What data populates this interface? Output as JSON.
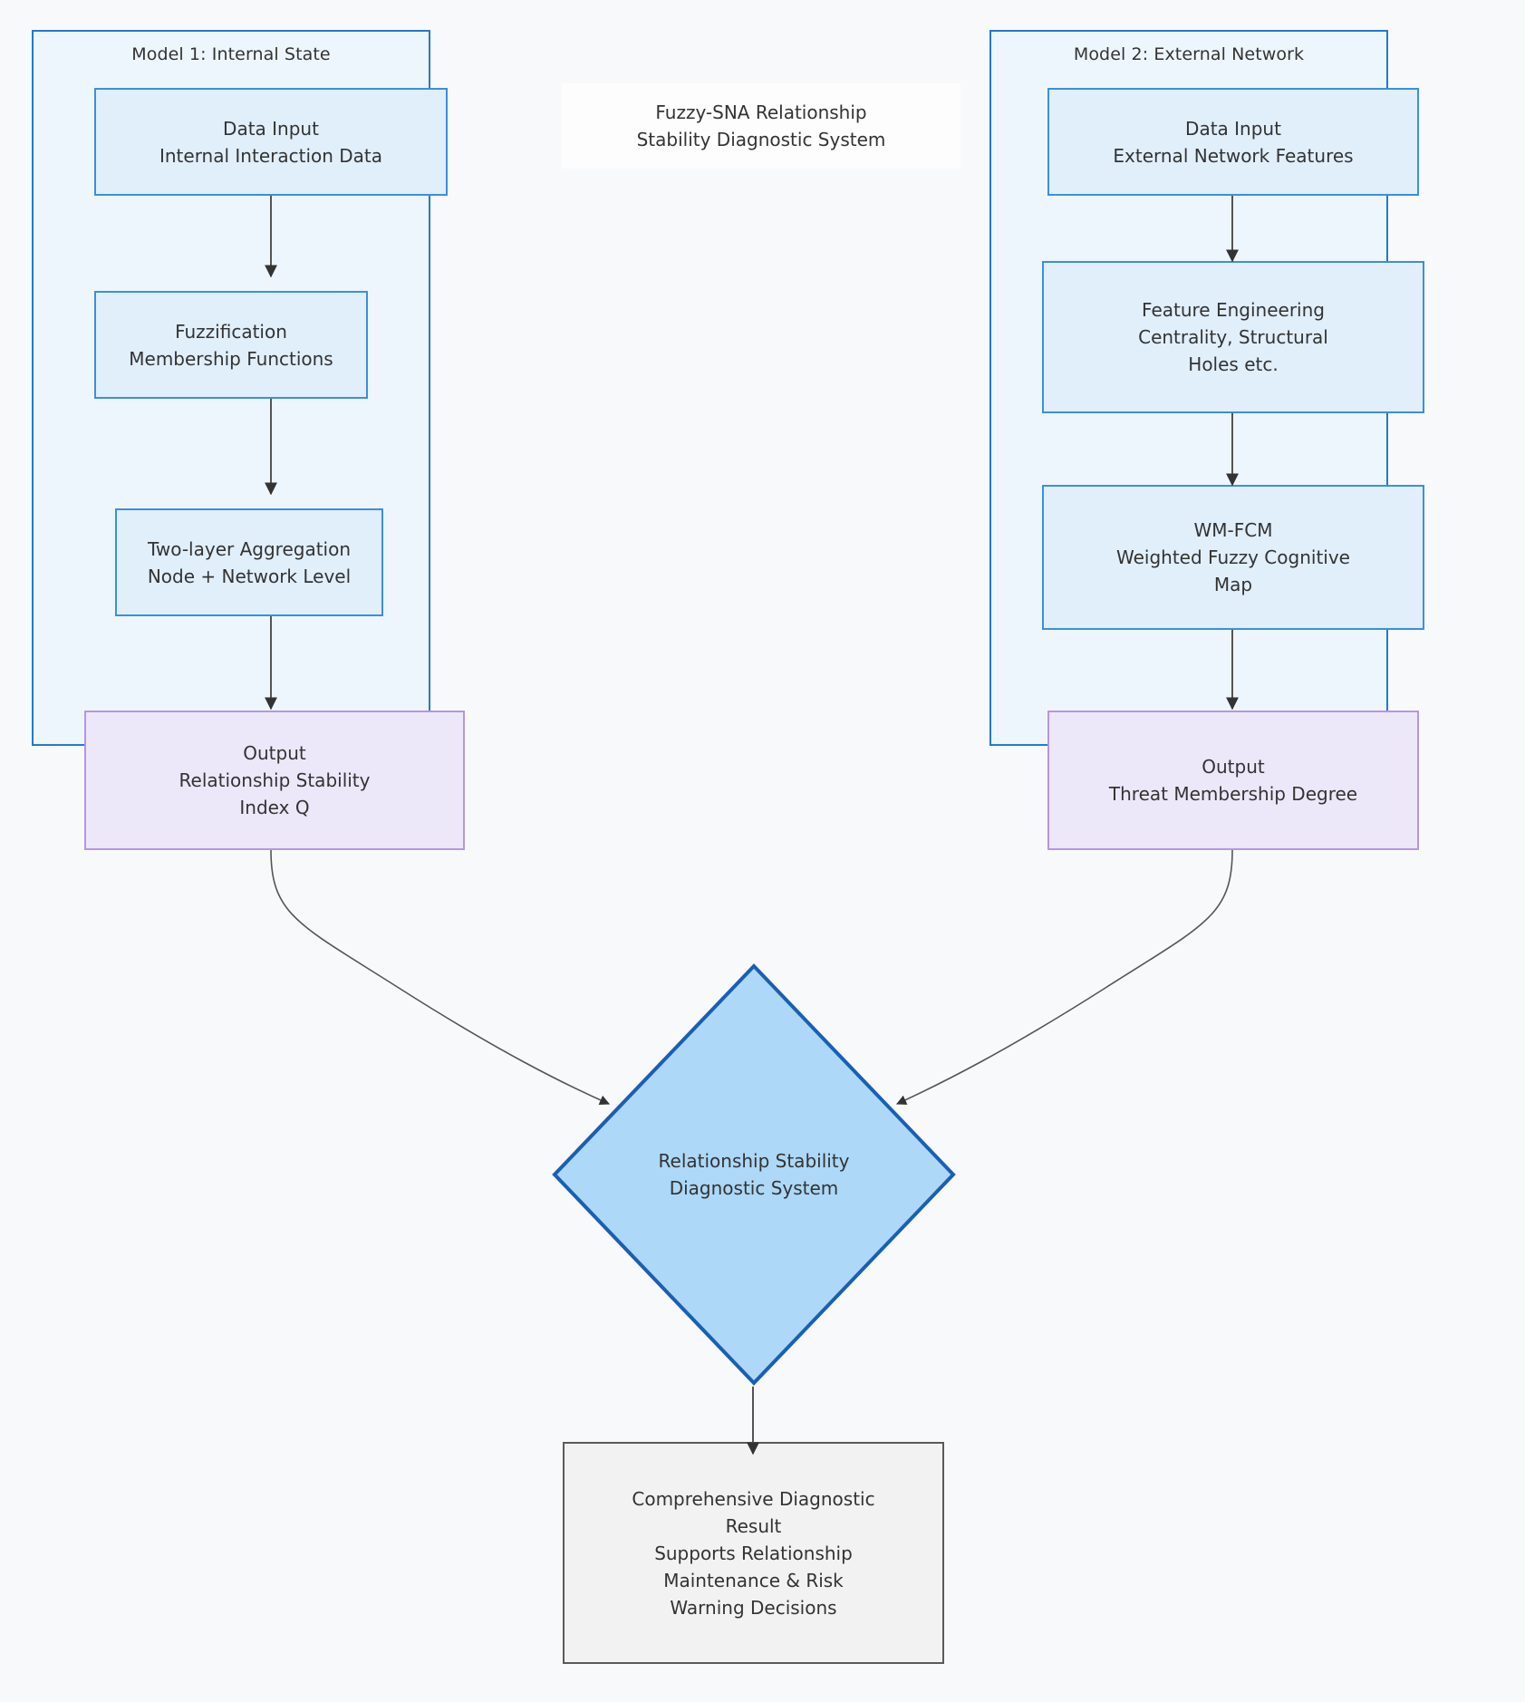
{
  "diagram": {
    "type": "flowchart",
    "title_box": {
      "lines": [
        "Fuzzy-SNA Relationship",
        "Stability Diagnostic System"
      ]
    },
    "subgraphs": [
      {
        "id": "model1",
        "title": "Model 1: Internal State"
      },
      {
        "id": "model2",
        "title": "Model 2: External Network"
      }
    ],
    "nodes": [
      {
        "id": "m1-input",
        "kind": "process",
        "lines": [
          "Data Input",
          "Internal Interaction Data"
        ]
      },
      {
        "id": "m1-fuzzification",
        "kind": "process",
        "lines": [
          "Fuzzification",
          "Membership Functions"
        ]
      },
      {
        "id": "m1-aggregation",
        "kind": "process",
        "lines": [
          "Two-layer Aggregation",
          "Node + Network Level"
        ]
      },
      {
        "id": "m1-output",
        "kind": "output",
        "lines": [
          "Output",
          "Relationship Stability",
          "Index Q"
        ]
      },
      {
        "id": "m2-input",
        "kind": "process",
        "lines": [
          "Data Input",
          "External Network Features"
        ]
      },
      {
        "id": "m2-features",
        "kind": "process",
        "lines": [
          "Feature Engineering",
          "Centrality, Structural",
          "Holes etc."
        ]
      },
      {
        "id": "m2-wmfcm",
        "kind": "process",
        "lines": [
          "WM-FCM",
          "Weighted Fuzzy Cognitive",
          "Map"
        ]
      },
      {
        "id": "m2-output",
        "kind": "output",
        "lines": [
          "Output",
          "Threat Membership Degree"
        ]
      },
      {
        "id": "decision",
        "kind": "decision",
        "lines": [
          "Relationship Stability",
          "Diagnostic System"
        ]
      },
      {
        "id": "final-result",
        "kind": "result",
        "lines": [
          "Comprehensive Diagnostic",
          "Result",
          "Supports Relationship",
          "Maintenance & Risk",
          "Warning Decisions"
        ]
      }
    ],
    "edges": [
      {
        "from": "m1-input",
        "to": "m1-fuzzification"
      },
      {
        "from": "m1-fuzzification",
        "to": "m1-aggregation"
      },
      {
        "from": "m1-aggregation",
        "to": "m1-output"
      },
      {
        "from": "m2-input",
        "to": "m2-features"
      },
      {
        "from": "m2-features",
        "to": "m2-wmfcm"
      },
      {
        "from": "m2-wmfcm",
        "to": "m2-output"
      },
      {
        "from": "m1-output",
        "to": "decision"
      },
      {
        "from": "m2-output",
        "to": "decision"
      },
      {
        "from": "decision",
        "to": "final-result"
      }
    ],
    "colors": {
      "background": "#f8f9fa",
      "subgraph_fill": "#eef6fd",
      "subgraph_border": "#1f7ad4",
      "process_fill": "#e1effb",
      "process_border": "#3b8fdd",
      "output_fill": "#ece8f9",
      "output_border": "#b794e8",
      "decision_fill": "#add8f7",
      "decision_border": "#1a5fb4",
      "result_fill": "#f2f2f2",
      "result_border": "#5a5a5a",
      "edge": "#555555",
      "text": "#333333"
    }
  }
}
